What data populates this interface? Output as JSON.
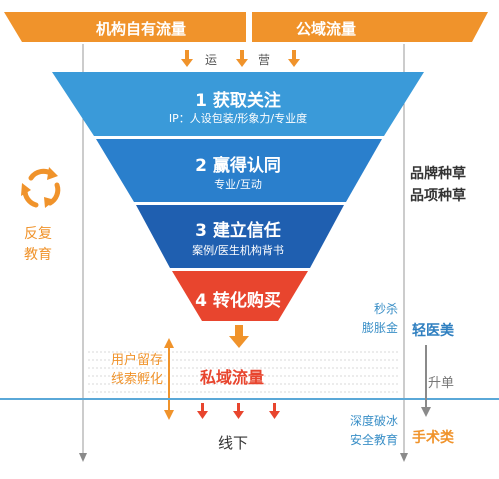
{
  "banner": {
    "left_label": "机构自有流量",
    "right_label": "公域流量"
  },
  "operate": {
    "char1": "运",
    "char2": "营"
  },
  "funnel": [
    {
      "title": "1 获取关注",
      "subtitle": "IP：人设包装/形象力/专业度",
      "color": "#3a9ad9"
    },
    {
      "title": "2 赢得认同",
      "subtitle": "专业/互动",
      "color": "#2a7fcc"
    },
    {
      "title": "3 建立信任",
      "subtitle": "案例/医生机构背书",
      "color": "#1f5fb0"
    },
    {
      "title": "4 转化购买",
      "subtitle": "",
      "color": "#e8452e"
    }
  ],
  "left_side": {
    "cycle_line1": "反复",
    "cycle_line2": "教育"
  },
  "right_side": {
    "line1": "品牌种草",
    "line2": "品项种草"
  },
  "light_medical": {
    "note_line1": "秒杀",
    "note_line2": "膨胀金",
    "label": "轻医美"
  },
  "private": {
    "label": "私域流量",
    "retain_line1": "用户留存",
    "retain_line2": "线索孵化"
  },
  "upgrade": {
    "label": "升单"
  },
  "offline": {
    "label": "线下"
  },
  "surgery": {
    "note_line1": "深度破冰",
    "note_line2": "安全教育",
    "label": "手术类"
  },
  "colors": {
    "orange": "#f0932b",
    "blue_line": "#5aa8d8",
    "red_arrow": "#e8452e",
    "grey": "#8a8a8a"
  }
}
